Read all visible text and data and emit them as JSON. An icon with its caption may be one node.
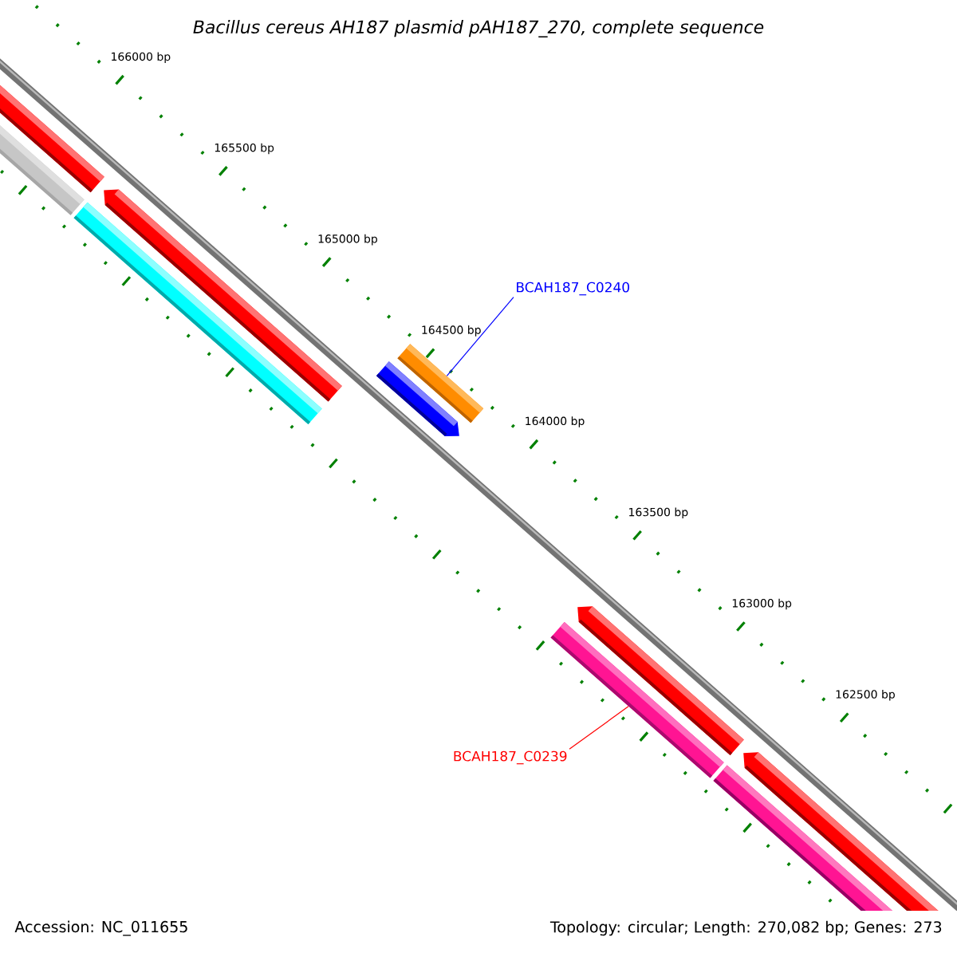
{
  "diagram": {
    "title": "Bacillus cereus AH187 plasmid pAH187_270, complete sequence",
    "nodes": [
      {
        "text": [
          "BCAH187_C0240"
        ]
      },
      {
        "text": [],
        "shape": "bar"
      },
      {
        "text": [
          "BCAH187_C0239"
        ]
      },
      {
        "text": [],
        "shape": "bar"
      }
    ],
    "edges": [
      {
        "from": 0,
        "to": 1,
        "arrow": "none",
        "color": "#0000ff"
      },
      {
        "from": 2,
        "to": 3,
        "arrow": "none",
        "color": "#ff0000"
      }
    ],
    "labels": [
      "166000 bp",
      "165500 bp",
      "165000 bp",
      "164500 bp",
      "164000 bp",
      "163500 bp",
      "163000 bp",
      "162500 bp",
      "Accession: NC_011655",
      "Topology: circular; Length: 270,082 bp; Genes: 273"
    ]
  }
}
